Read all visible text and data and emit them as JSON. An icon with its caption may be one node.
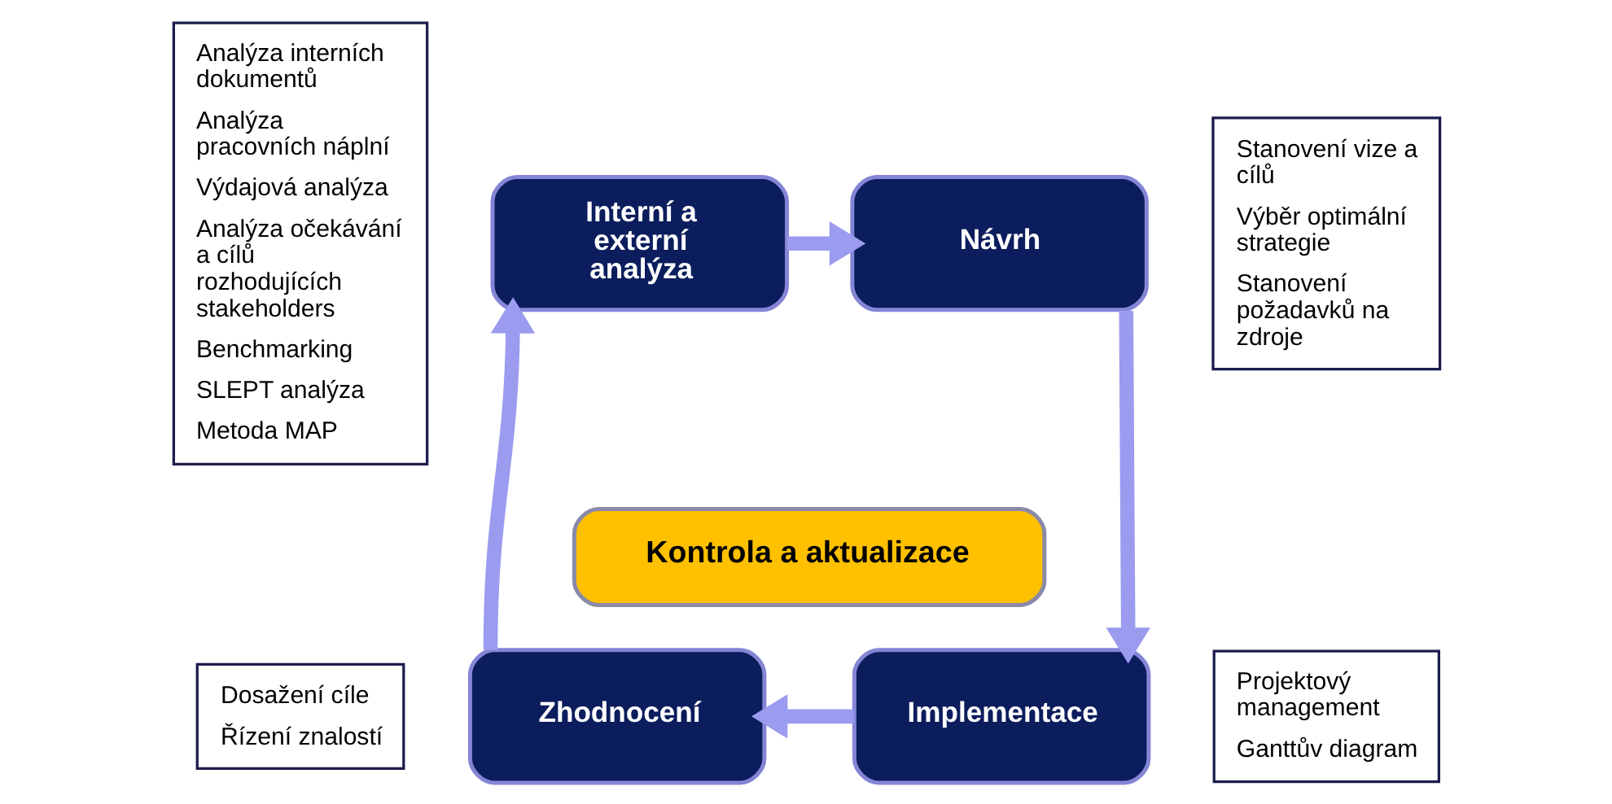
{
  "diagram": {
    "nodes": [
      {
        "text": [
          "Analýza interních dokumentů",
          "Analýza pracovních náplní",
          "Výdajová analýza",
          "Analýza očekávání a cílů rozhodujících stakeholders",
          "Benchmarking",
          "SLEPT analýza",
          "Metoda MAP"
        ]
      },
      {
        "text": [
          "Interní a externí analýza"
        ]
      },
      {
        "text": [
          "Návrh"
        ]
      },
      {
        "text": [
          "Stanovení vize a cílů",
          "Výběr optimální strategie",
          "Stanovení požadavků na zdroje"
        ]
      },
      {
        "text": [
          "Kontrola a aktualizace"
        ]
      },
      {
        "text": [
          "Dosažení cíle",
          "Řízení znalostí"
        ]
      },
      {
        "text": [
          "Zhodnocení"
        ]
      },
      {
        "text": [
          "Implementace"
        ]
      },
      {
        "text": [
          "Projektový management",
          "Ganttův diagram"
        ]
      }
    ],
    "edges": [
      {
        "from": 1,
        "to": 2,
        "arrow": "to"
      },
      {
        "from": 2,
        "to": 7,
        "arrow": "to"
      },
      {
        "from": 7,
        "to": 6,
        "arrow": "to"
      },
      {
        "from": 6,
        "to": 1,
        "arrow": "to"
      }
    ]
  }
}
